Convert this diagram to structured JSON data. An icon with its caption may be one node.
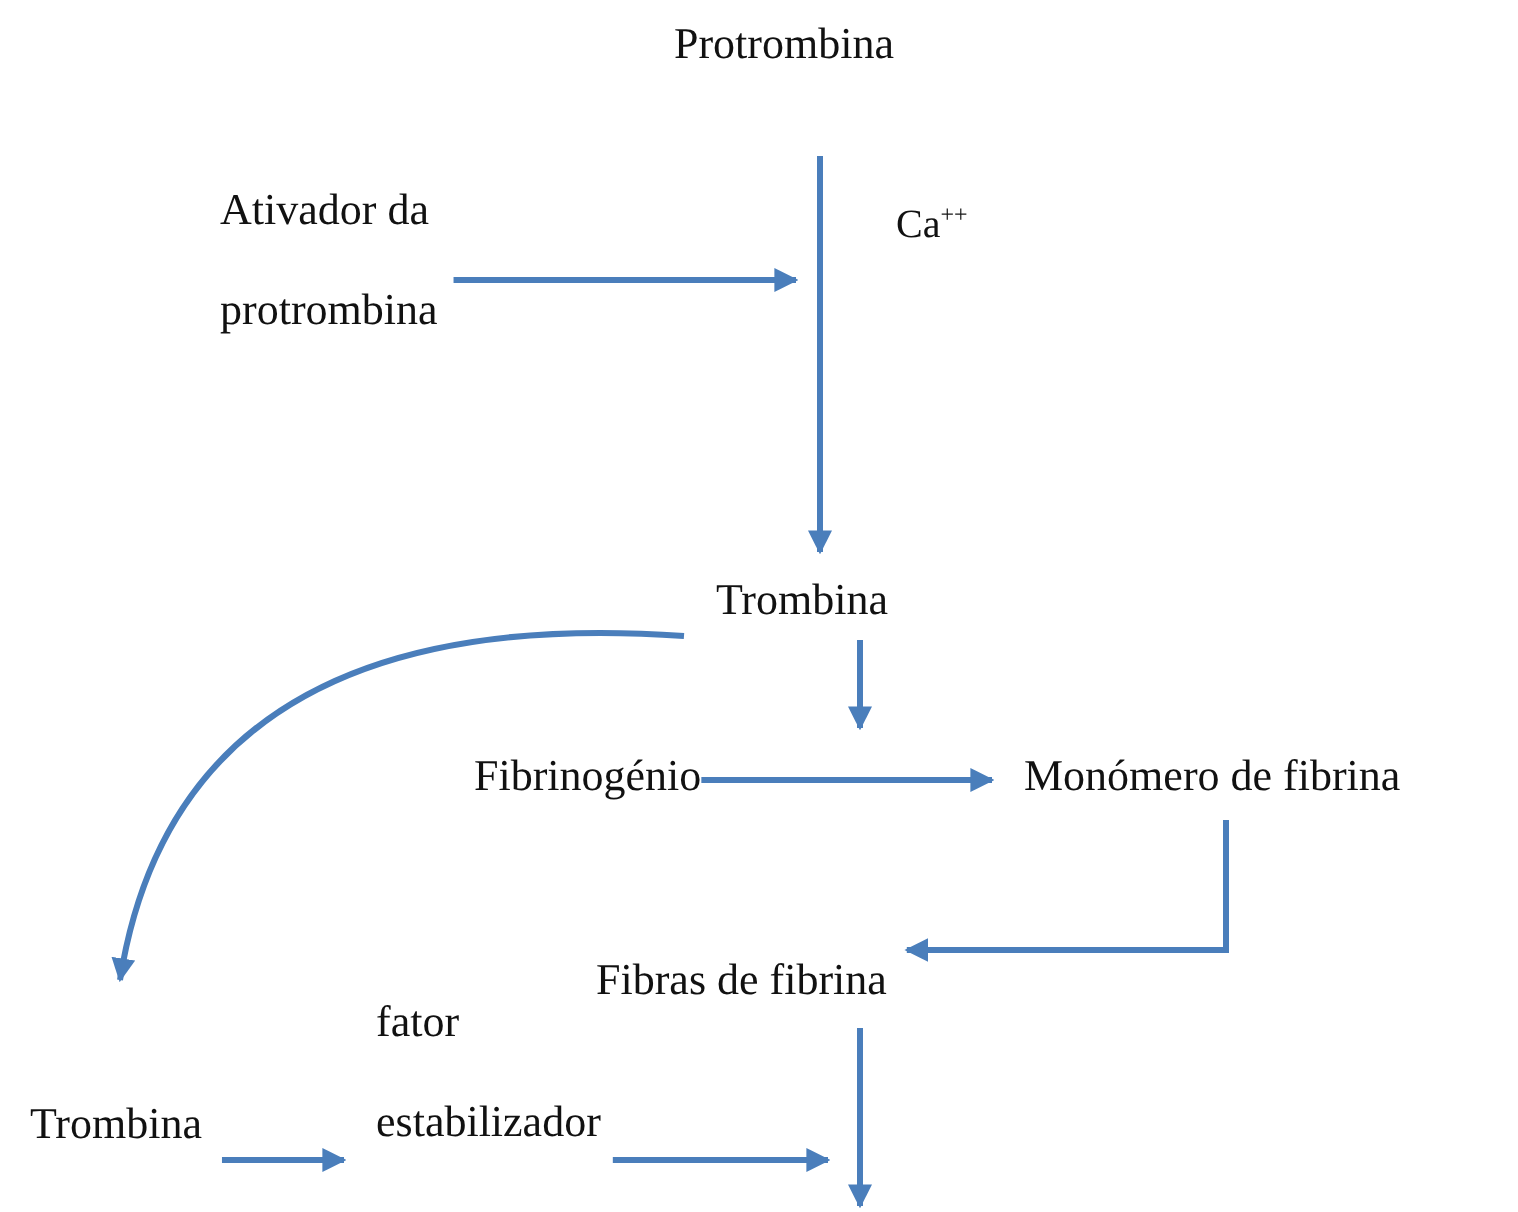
{
  "diagram": {
    "nodes": [
      {
        "text": [
          "Protrombina"
        ]
      },
      {
        "text": [
          "Ativador da protrombina"
        ]
      },
      {
        "text": [
          "Trombina"
        ]
      },
      {
        "text": [
          "Fibrinogénio"
        ]
      },
      {
        "text": [
          "Monómero de fibrina"
        ]
      },
      {
        "text": [
          "Fibras de fibrina"
        ]
      },
      {
        "text": [
          "fator estabilizador"
        ]
      },
      {
        "text": [
          "Trombina"
        ]
      }
    ],
    "edges": [
      {
        "from": 0,
        "to": 2,
        "arrow": "to"
      },
      {
        "from": 1,
        "to": null,
        "arrow": "to"
      },
      {
        "from": 2,
        "to": null,
        "arrow": "to"
      },
      {
        "from": 3,
        "to": 4,
        "arrow": "to"
      },
      {
        "from": 4,
        "to": 5,
        "arrow": "to"
      },
      {
        "from": 2,
        "to": 7,
        "arrow": "to"
      },
      {
        "from": 7,
        "to": 6,
        "arrow": "to"
      },
      {
        "from": 6,
        "to": null,
        "arrow": "to"
      },
      {
        "from": 5,
        "to": null,
        "arrow": "to"
      }
    ],
    "labels": [
      "Ca$^{++}$"
    ]
  }
}
